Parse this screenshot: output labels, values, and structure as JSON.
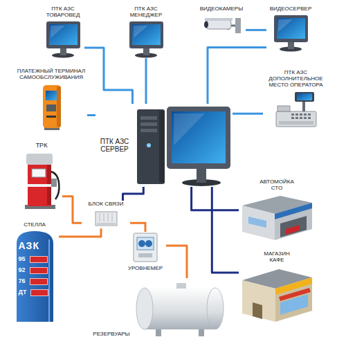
{
  "diagram": {
    "nodes": [
      {
        "text": [
          "ПТК АЗС ТОВАРОВЕД"
        ]
      },
      {
        "text": [
          "ПТК АЗС МЕНЕДЖЕР"
        ]
      },
      {
        "text": [
          "ВИДЕОКАМЕРЫ"
        ]
      },
      {
        "text": [
          "ВИДЕОСЕРВЕР"
        ]
      },
      {
        "text": [
          "ПЛАТЕЖНЫЙ ТЕРМИНАЛ САМООБСЛУЖИВАНИЯ"
        ]
      },
      {
        "text": [
          "ПТК АЗС ДОПОЛНИТЕЛЬНОЕ МЕСТО ОПЕРАТОРА"
        ]
      },
      {
        "text": [
          "ПТК АЗС СЕРВЕР"
        ]
      },
      {
        "text": [
          "ТРК"
        ]
      },
      {
        "text": [
          "БЛОК СВЯЗИ"
        ]
      },
      {
        "text": [
          "АВТОМОЙКА СТО"
        ]
      },
      {
        "text": [
          "СТЕЛЛА",
          "АЗК",
          "95",
          "92",
          "76",
          "ДТ"
        ]
      },
      {
        "text": [
          "УРОВНЕМЕР"
        ]
      },
      {
        "text": [
          "РЕЗЕРВУАРЫ"
        ]
      },
      {
        "text": [
          "МАГАЗИН КАФЕ"
        ]
      }
    ],
    "edges": [
      {
        "from": 0,
        "to": 6,
        "arrow": "none"
      },
      {
        "from": 1,
        "to": 6,
        "arrow": "none"
      },
      {
        "from": 2,
        "to": 3,
        "arrow": "none"
      },
      {
        "from": 3,
        "to": 6,
        "arrow": "none"
      },
      {
        "from": 4,
        "to": 6,
        "arrow": "none"
      },
      {
        "from": 5,
        "to": 6,
        "arrow": "none"
      },
      {
        "from": 7,
        "to": 8,
        "arrow": "none"
      },
      {
        "from": 10,
        "to": 8,
        "arrow": "none"
      },
      {
        "from": 8,
        "to": 11,
        "arrow": "none"
      },
      {
        "from": 11,
        "to": 12,
        "arrow": "none"
      },
      {
        "from": 8,
        "to": 6,
        "arrow": "none"
      },
      {
        "from": 6,
        "to": 9,
        "arrow": "none"
      },
      {
        "from": 6,
        "to": 13,
        "arrow": "none"
      }
    ]
  }
}
